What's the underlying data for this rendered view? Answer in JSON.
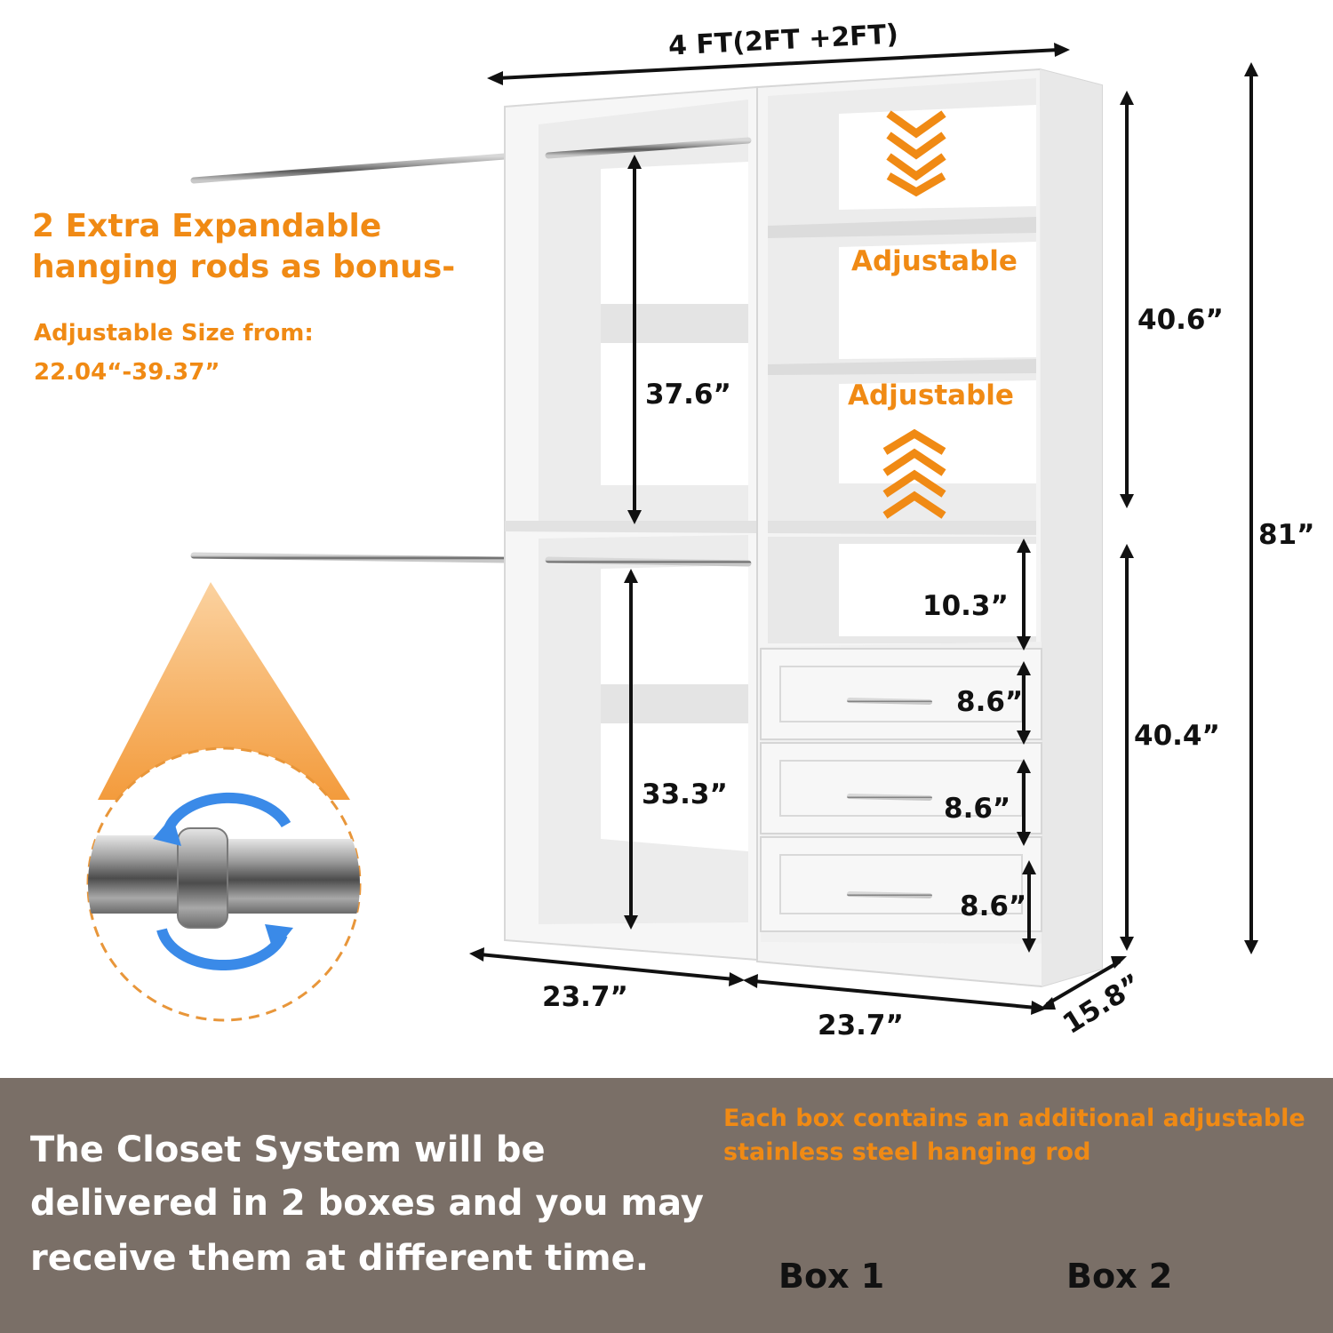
{
  "colors": {
    "accent_orange": "#f08a14",
    "rotate_blue": "#3a8ae8",
    "footer_bg": "#7a6f67",
    "box_brown": "#d9a26a"
  },
  "header": {
    "width_label": "4 FT(2FT +2FT)"
  },
  "bonus": {
    "title_line1": "2 Extra Expandable",
    "title_line2": "hanging rods as bonus-",
    "size_line1": "Adjustable Size from:",
    "size_line2": "22.04“-39.37”"
  },
  "shelf_labels": {
    "upper": "Adjustable",
    "lower": "Adjustable"
  },
  "dimensions": {
    "left_upper_height": "37.6”",
    "left_lower_height": "33.3”",
    "open_cubby_height": "10.3”",
    "drawer1_height": "8.6”",
    "drawer2_height": "8.6”",
    "drawer3_height": "8.6”",
    "upper_section_height": "40.6”",
    "lower_section_height": "40.4”",
    "total_height": "81”",
    "left_width": "23.7”",
    "right_width": "23.7”",
    "depth": "15.8”"
  },
  "icons": {
    "down_arrows": "chevrons-down-icon",
    "up_arrows": "chevrons-up-icon",
    "rotate": "rotate-arrows-icon"
  },
  "footer": {
    "delivery_line1": "The Closet System will be",
    "delivery_line2": "delivered in 2 boxes and you may",
    "delivery_line3": "receive them at different time.",
    "box_note_line1": "Each box contains an additional adjustable",
    "box_note_line2": "stainless steel hanging rod",
    "box1_label": "Box 1",
    "box2_label": "Box 2"
  }
}
